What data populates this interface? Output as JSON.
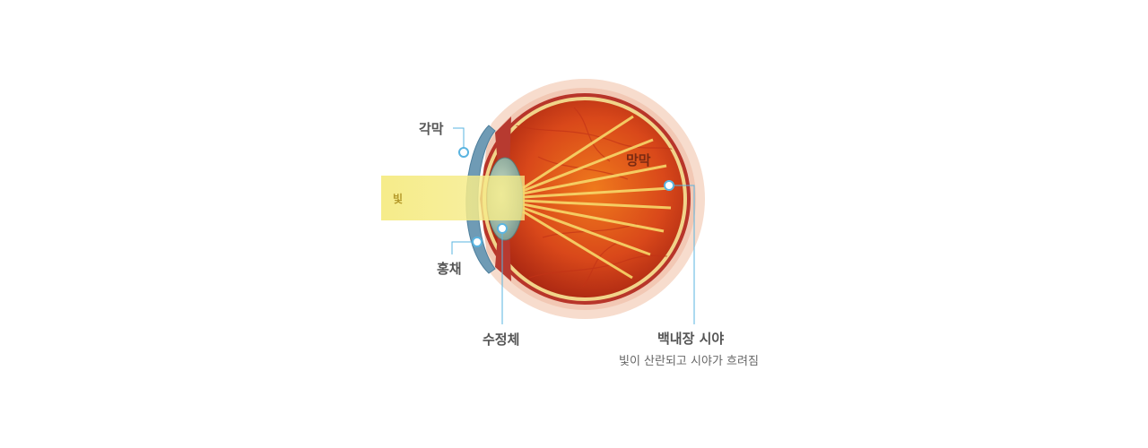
{
  "diagram": {
    "labels": {
      "cornea": "각막",
      "iris": "홍채",
      "lens": "수정체",
      "retina": "망막",
      "light": "빛"
    },
    "condition": {
      "title": "백내장 시야",
      "description": "빛이 산란되고 시야가 흐려짐"
    },
    "colors": {
      "light_beam": "#f6ec8a",
      "leader_line": "#5ab4e0",
      "eyeball_inner": "#d84a12",
      "sclera_outer": "#f7dccd"
    }
  }
}
